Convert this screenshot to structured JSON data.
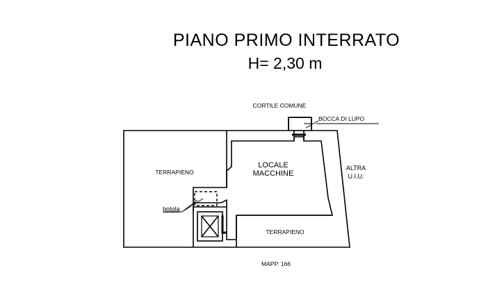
{
  "title": "PIANO PRIMO INTERRATO",
  "height_label": "H= 2,30 m",
  "labels": {
    "cortile": "CORTILE COMUNE",
    "bocca": "BOCCA DI LUPO",
    "locale_1": "LOCALE",
    "locale_2": "MACCHINE",
    "terrapieno_left": "TERRAPIENO",
    "terrapieno_bottom": "TERRAPIENO",
    "altra_1": "ALTRA",
    "altra_2": "U.I.U.",
    "botola": "botola",
    "mapp": "MAPP. 166"
  }
}
